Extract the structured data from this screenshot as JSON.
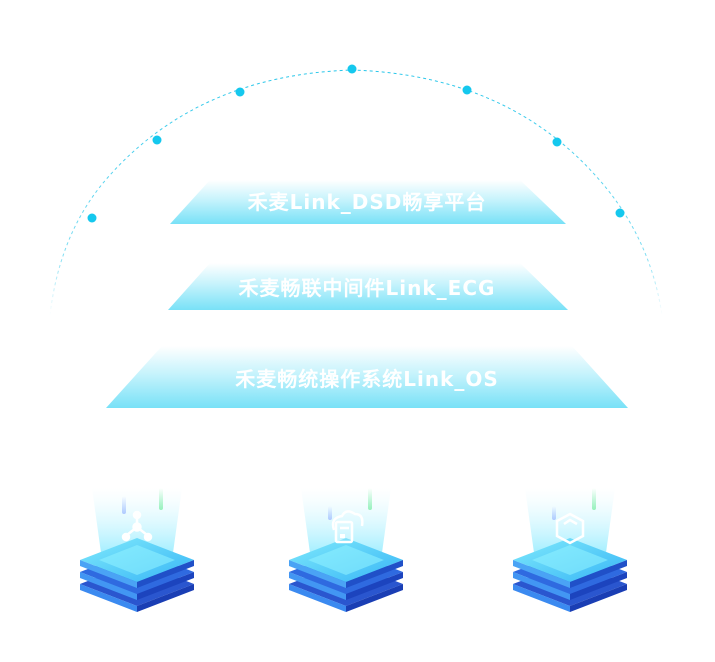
{
  "layers": [
    {
      "label": "禾麦Link_DSD畅享平台"
    },
    {
      "label": "禾麦畅联中间件Link_ECG"
    },
    {
      "label": "禾麦畅统操作系统Link_OS"
    }
  ],
  "colors": {
    "arc": "#27c6ea",
    "dot": "#15c8ee",
    "band_top": "#ffffff",
    "band_bottom": "#7fe3f8",
    "stack_top": "#5fd8f8",
    "stack_dark": "#1f4fd0",
    "stack_mid": "#2e7ff0"
  },
  "stacks": [
    {
      "icon": "network-hub-icon"
    },
    {
      "icon": "cloud-server-icon"
    },
    {
      "icon": "hexagon-box-icon"
    }
  ]
}
